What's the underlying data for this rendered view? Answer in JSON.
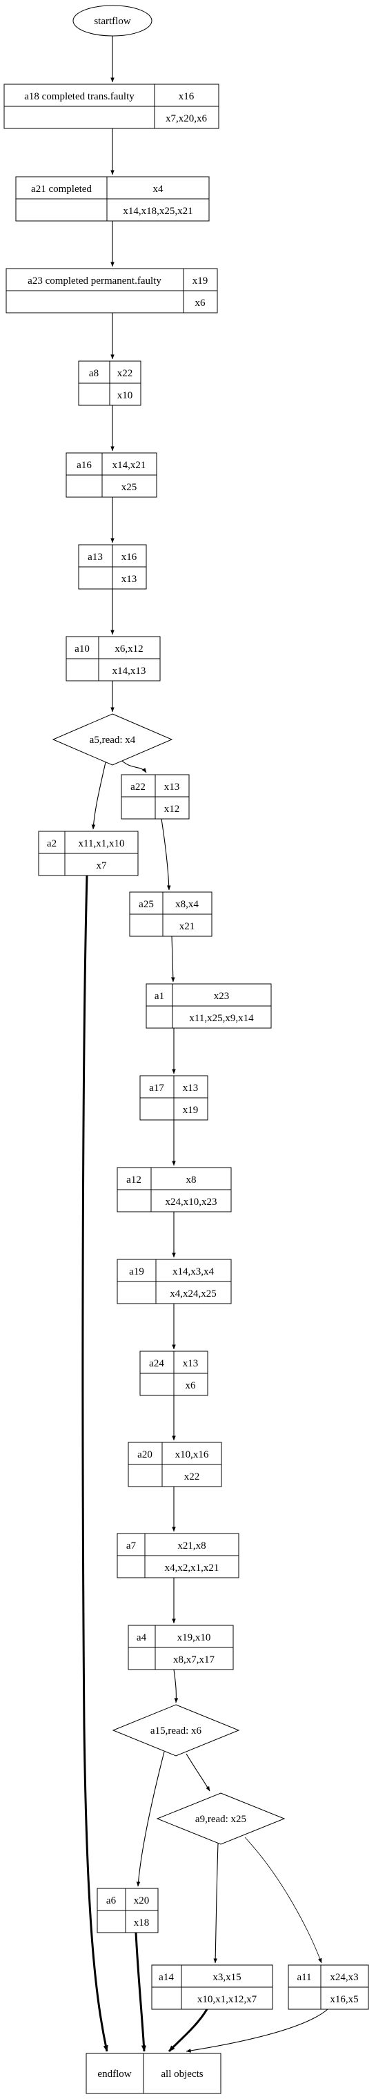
{
  "start": {
    "label": "startflow"
  },
  "end": {
    "label_left": "endflow",
    "label_right": "all objects"
  },
  "nodes": [
    {
      "id": "n-a18",
      "name": "a18 completed trans.faulty",
      "top": "x16",
      "bottom": "x7,x20,x6"
    },
    {
      "id": "n-a21",
      "name": "a21 completed",
      "top": "x4",
      "bottom": "x14,x18,x25,x21"
    },
    {
      "id": "n-a23",
      "name": "a23 completed permanent.faulty",
      "top": "x19",
      "bottom": "x6"
    },
    {
      "id": "n-a8",
      "name": "a8",
      "top": "x22",
      "bottom": "x10"
    },
    {
      "id": "n-a16",
      "name": "a16",
      "top": "x14,x21",
      "bottom": "x25"
    },
    {
      "id": "n-a13",
      "name": "a13",
      "top": "x16",
      "bottom": "x13"
    },
    {
      "id": "n-a10",
      "name": "a10",
      "top": "x6,x12",
      "bottom": "x14,x13"
    },
    {
      "id": "n-a22",
      "name": "a22",
      "top": "x13",
      "bottom": "x12"
    },
    {
      "id": "n-a2",
      "name": "a2",
      "top": "x11,x1,x10",
      "bottom": "x7"
    },
    {
      "id": "n-a25",
      "name": "a25",
      "top": "x8,x4",
      "bottom": "x21"
    },
    {
      "id": "n-a1",
      "name": "a1",
      "top": "x23",
      "bottom": "x11,x25,x9,x14"
    },
    {
      "id": "n-a17",
      "name": "a17",
      "top": "x13",
      "bottom": "x19"
    },
    {
      "id": "n-a12",
      "name": "a12",
      "top": "x8",
      "bottom": "x24,x10,x23"
    },
    {
      "id": "n-a19",
      "name": "a19",
      "top": "x14,x3,x4",
      "bottom": "x4,x24,x25"
    },
    {
      "id": "n-a24",
      "name": "a24",
      "top": "x13",
      "bottom": "x6"
    },
    {
      "id": "n-a20",
      "name": "a20",
      "top": "x10,x16",
      "bottom": "x22"
    },
    {
      "id": "n-a7",
      "name": "a7",
      "top": "x21,x8",
      "bottom": "x4,x2,x1,x21"
    },
    {
      "id": "n-a4",
      "name": "a4",
      "top": "x19,x10",
      "bottom": "x8,x7,x17"
    },
    {
      "id": "n-a6",
      "name": "a6",
      "top": "x20",
      "bottom": "x18"
    },
    {
      "id": "n-a14",
      "name": "a14",
      "top": "x3,x15",
      "bottom": "x10,x1,x12,x7"
    },
    {
      "id": "n-a11",
      "name": "a11",
      "top": "x24,x3",
      "bottom": "x16,x5"
    }
  ],
  "decisions": [
    {
      "id": "d-a5",
      "label": "a5,read: x4"
    },
    {
      "id": "d-a15",
      "label": "a15,read: x6"
    },
    {
      "id": "d-a9",
      "label": "a9,read: x25"
    }
  ],
  "edges": [
    {
      "from": "start",
      "to": "n-a18",
      "weight": "normal"
    },
    {
      "from": "n-a18",
      "to": "n-a21",
      "weight": "normal"
    },
    {
      "from": "n-a21",
      "to": "n-a23",
      "weight": "normal"
    },
    {
      "from": "n-a23",
      "to": "n-a8",
      "weight": "normal"
    },
    {
      "from": "n-a8",
      "to": "n-a16",
      "weight": "normal"
    },
    {
      "from": "n-a16",
      "to": "n-a13",
      "weight": "normal"
    },
    {
      "from": "n-a13",
      "to": "n-a10",
      "weight": "normal"
    },
    {
      "from": "n-a10",
      "to": "d-a5",
      "weight": "normal"
    },
    {
      "from": "d-a5",
      "to": "n-a2",
      "weight": "normal"
    },
    {
      "from": "d-a5",
      "to": "n-a22",
      "weight": "normal"
    },
    {
      "from": "n-a22",
      "to": "n-a25",
      "weight": "normal"
    },
    {
      "from": "n-a25",
      "to": "n-a1",
      "weight": "normal"
    },
    {
      "from": "n-a1",
      "to": "n-a17",
      "weight": "normal"
    },
    {
      "from": "n-a17",
      "to": "n-a12",
      "weight": "normal"
    },
    {
      "from": "n-a12",
      "to": "n-a19",
      "weight": "normal"
    },
    {
      "from": "n-a19",
      "to": "n-a24",
      "weight": "normal"
    },
    {
      "from": "n-a24",
      "to": "n-a20",
      "weight": "normal"
    },
    {
      "from": "n-a20",
      "to": "n-a7",
      "weight": "normal"
    },
    {
      "from": "n-a7",
      "to": "n-a4",
      "weight": "normal"
    },
    {
      "from": "n-a4",
      "to": "d-a15",
      "weight": "normal"
    },
    {
      "from": "d-a15",
      "to": "n-a6",
      "weight": "normal"
    },
    {
      "from": "d-a15",
      "to": "d-a9",
      "weight": "normal"
    },
    {
      "from": "d-a9",
      "to": "n-a14",
      "weight": "normal"
    },
    {
      "from": "d-a9",
      "to": "n-a11",
      "weight": "thin"
    },
    {
      "from": "n-a2",
      "to": "end",
      "weight": "bold"
    },
    {
      "from": "n-a6",
      "to": "end",
      "weight": "bold"
    },
    {
      "from": "n-a14",
      "to": "end",
      "weight": "bold"
    },
    {
      "from": "n-a11",
      "to": "end",
      "weight": "normal"
    }
  ]
}
